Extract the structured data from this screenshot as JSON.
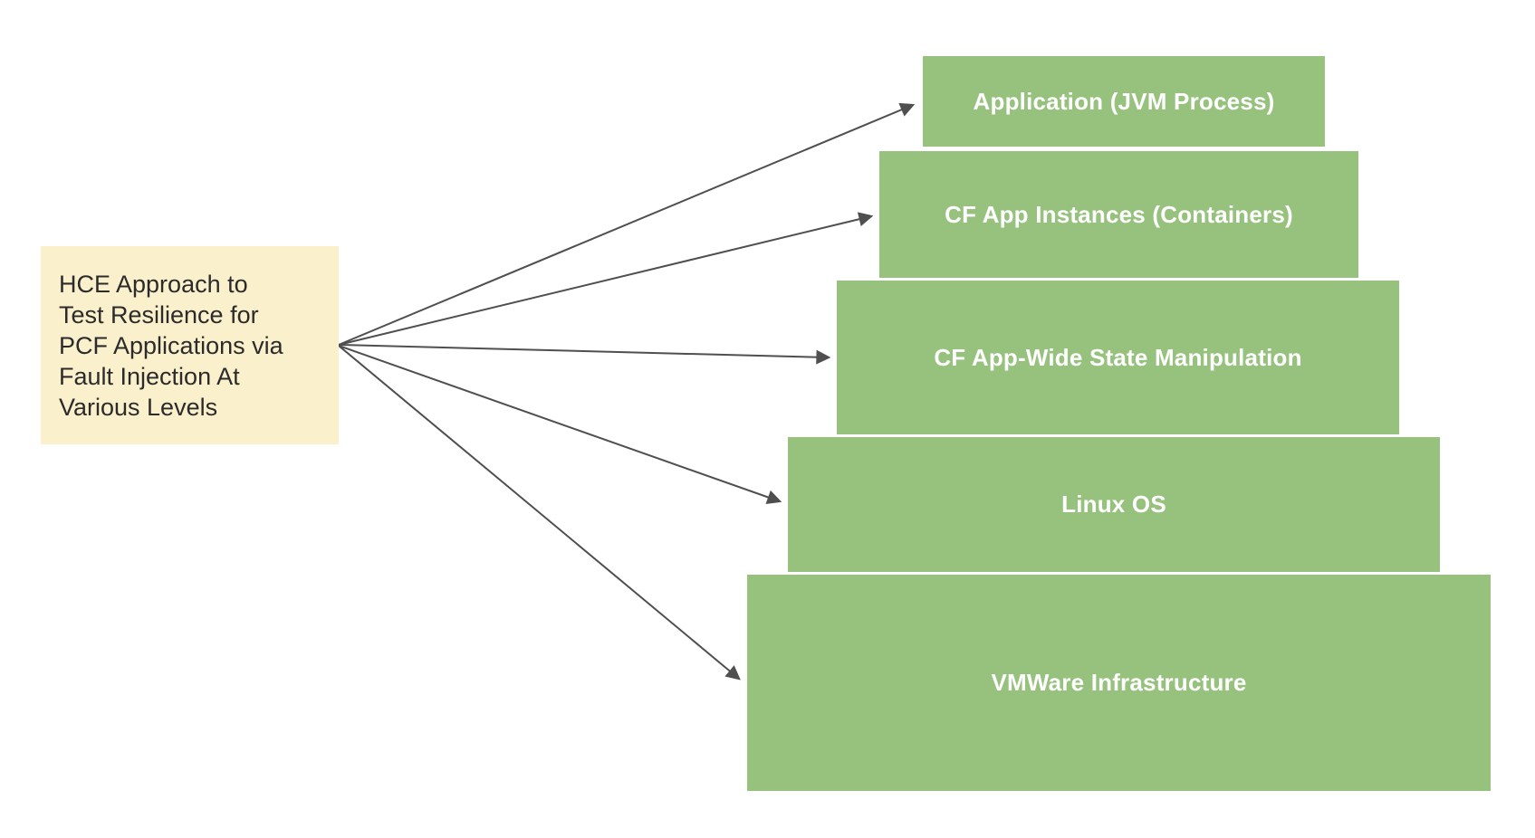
{
  "source_box": {
    "text": "HCE Approach to Test Resilience for PCF Applications via Fault Injection At Various Levels",
    "lines": [
      "HCE Approach to",
      "Test Resilience for",
      "PCF Applications via",
      "Fault Injection At",
      "Various Levels"
    ]
  },
  "levels": [
    {
      "label": "Application (JVM Process)"
    },
    {
      "label": "CF App Instances (Containers)"
    },
    {
      "label": "CF App-Wide State Manipulation"
    },
    {
      "label": "Linux OS"
    },
    {
      "label": "VMWare Infrastructure"
    }
  ],
  "colors": {
    "canvas_bg": "#FFFFFF",
    "source_fill": "#FBF0CC",
    "source_text": "#2B2B2B",
    "level_fill": "#97C27E",
    "level_text": "#FFFFFF",
    "arrow_stroke": "#4F4F4F"
  }
}
